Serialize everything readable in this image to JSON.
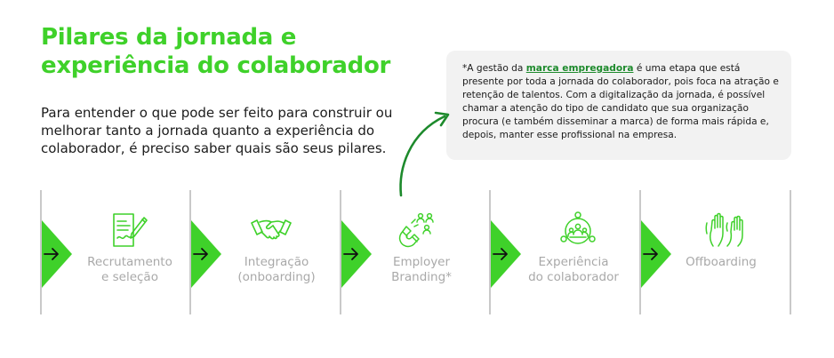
{
  "title": {
    "line1": "Pilares da jornada e",
    "line2": "experiência do colaborador"
  },
  "intro": "Para entender o que pode ser feito para construir ou melhorar tanto a jornada quanto a experiência do colaborador, é preciso saber quais são seus pilares.",
  "note": {
    "prefix": "*A gestão da ",
    "highlight": "marca empregadora",
    "suffix": " é uma etapa que está presente por toda a jornada do colaborador, pois foca na atração e retenção de talentos. Com a digitalização da jornada, é possível chamar a atenção do tipo de candidato que sua organização procura (e também disseminar a marca) de forma mais rápida e, depois, manter esse profissional na empresa."
  },
  "colors": {
    "accent": "#3fd12a",
    "link": "#1d8a2c",
    "muted_text": "#a9a9a9",
    "divider": "#c9c9c9",
    "note_bg": "#f2f2f2"
  },
  "pillars": [
    {
      "icon": "document-signature-icon",
      "line1": "Recrutamento",
      "line2": "e seleção"
    },
    {
      "icon": "handshake-icon",
      "line1": "Integração",
      "line2": "(onboarding)"
    },
    {
      "icon": "magnet-people-icon",
      "line1": "Employer",
      "line2": "Branding*"
    },
    {
      "icon": "team-network-icon",
      "line1": "Experiência",
      "line2": "do colaborador"
    },
    {
      "icon": "waving-hands-icon",
      "line1": "Offboarding",
      "line2": ""
    }
  ]
}
